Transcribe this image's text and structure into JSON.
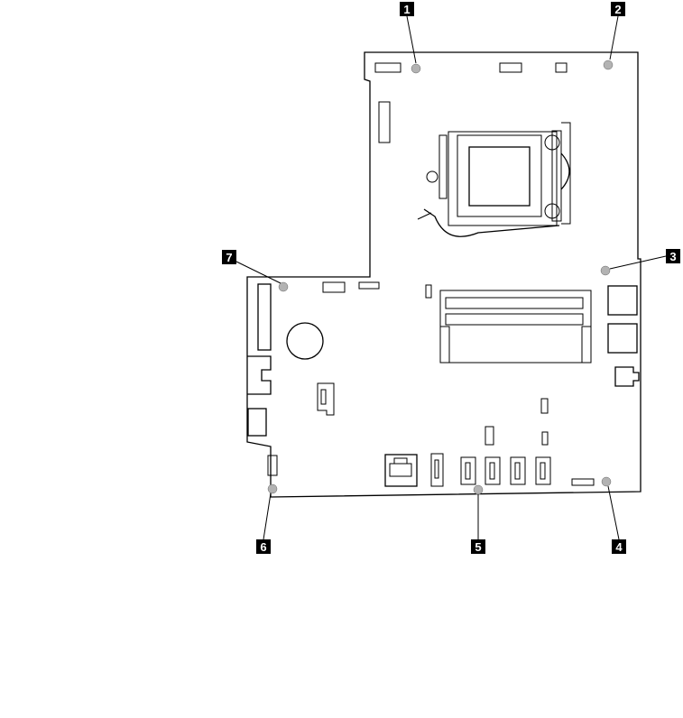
{
  "diagram": {
    "callouts": [
      {
        "id": "1",
        "label": "1"
      },
      {
        "id": "2",
        "label": "2"
      },
      {
        "id": "3",
        "label": "3"
      },
      {
        "id": "4",
        "label": "4"
      },
      {
        "id": "5",
        "label": "5"
      },
      {
        "id": "6",
        "label": "6"
      },
      {
        "id": "7",
        "label": "7"
      }
    ],
    "colors": {
      "line": "#000000",
      "screw": "#b3b3b3",
      "callout_box": "#000000",
      "callout_text": "#ffffff"
    },
    "icons": {
      "screw": "screw-hole-icon",
      "battery": "coin-cell-battery-icon",
      "cpu": "cpu-socket-icon",
      "memory": "memory-slot-icon"
    }
  }
}
